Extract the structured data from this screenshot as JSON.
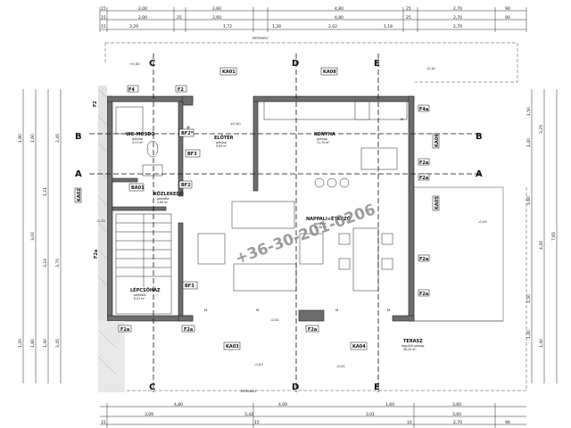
{
  "top_dims": {
    "row1": [
      "15",
      "2,00",
      "2,60",
      "4,80",
      "25",
      "2,70",
      "90"
    ],
    "row2": [
      "15",
      "2,00",
      "25",
      "2,60",
      "4,80",
      "25",
      "2,70",
      "90"
    ],
    "row3": [
      "15",
      "3,29",
      "1,72",
      "1,28",
      "2,62",
      "1,18",
      "2,70"
    ]
  },
  "bottom_dims": {
    "row1": [
      "4,80",
      "4,09",
      "1,60",
      "3,60"
    ],
    "row2": [
      "3,09",
      "3,42",
      "3,01",
      "3,60"
    ],
    "row3": [
      "15",
      "15",
      "10",
      "2,70",
      "90"
    ]
  },
  "left_dims": [
    "1,80",
    "3,00",
    "1,21",
    "3,24",
    "1,60",
    "2,45",
    "3,70",
    "1,20",
    "1,80",
    "1,40",
    "3,45"
  ],
  "right_dims": [
    "1,50",
    "1,40",
    "3,25",
    "1,60",
    "4,45",
    "1,50",
    "1,40",
    "1,40",
    "7,65"
  ],
  "sections": {
    "a": "A",
    "b": "B",
    "c": "C",
    "d": "D",
    "e": "E"
  },
  "rooms": {
    "wc": {
      "name": "WC-MOSDÓ",
      "sub1": "greslap",
      "sub2": "4,31 m²"
    },
    "eloter": {
      "name": "ELŐTÉR",
      "sub1": "greslap",
      "sub2": "5,65 m²"
    },
    "konyha": {
      "name": "KONYHA",
      "sub1": "greslap",
      "sub2": "11,70 m²"
    },
    "kozlekedo": {
      "name": "KÖZLEKEDŐ",
      "sub1": "parketta",
      "sub2": "2,60 m²"
    },
    "nappali": {
      "name": "NAPPALI+ÉTKEZŐ",
      "sub1": "parketta",
      "sub2": "38,36 m²"
    },
    "lepcsohaz": {
      "name": "LÉPCSŐHÁZ",
      "sub1": "parketta",
      "sub2": "6,01 m²"
    },
    "terasz": {
      "name": "TERASZ",
      "sub1": "fagyálló greslap",
      "sub2": "26,43 m²"
    }
  },
  "tags": {
    "ka01": "KA01",
    "ka08": "KA08",
    "ka02": "KA02",
    "ka03": "KA03",
    "ka04": "KA04",
    "ka05": "KA05",
    "ka06": "KA06",
    "ba01": "BA01",
    "bf2": "BF2",
    "bf2s": "BF2*",
    "bf3a": "BF3",
    "bf3b": "BF3",
    "f2": "F2",
    "f2b": "F2",
    "f4": "F4",
    "f4a": "F4a",
    "f2a1": "F2a",
    "f2a2": "F2a",
    "f2a3": "F2a",
    "f2a4": "F2a",
    "f2a5": "F2a",
    "f2a6": "F2a",
    "f2a7": "F2a",
    "f2a8": "F2a"
  },
  "levels": [
    "±0,00",
    "-0,01",
    "-0,10",
    "-0,15",
    "+0,50",
    "-0,01",
    "-0,03",
    "-0,05"
  ],
  "notes": {
    "eritesheny_top": "ÉRTESHELY",
    "eritesheny_bottom": "ÉRTESHELY",
    "m1": "M",
    "m2": "M",
    "m3": "M",
    "m4": "M",
    "m5": "M"
  },
  "watermark": "+36-30-201-0206"
}
